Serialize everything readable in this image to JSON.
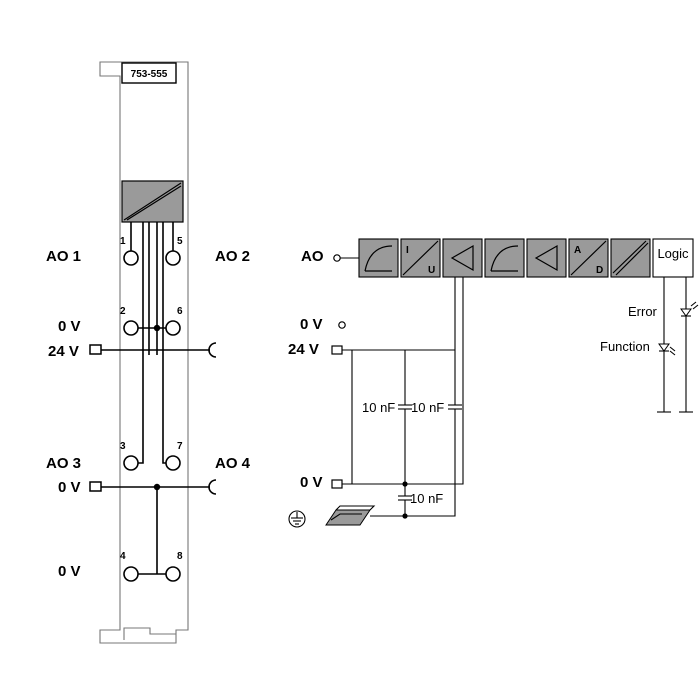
{
  "module": {
    "model": "753-555",
    "left_labels": {
      "ao1": "AO 1",
      "ao2": "AO 2",
      "ao3": "AO 3",
      "ao4": "AO 4",
      "zero_v_a": "0 V",
      "v24": "24 V",
      "zero_v_b": "0 V",
      "zero_v_c": "0 V"
    },
    "pins": [
      "1",
      "2",
      "3",
      "4",
      "5",
      "6",
      "7",
      "8"
    ]
  },
  "schematic": {
    "ao": "AO",
    "zero_v_top": "0 V",
    "v24": "24 V",
    "zero_v_bottom": "0 V",
    "cap_1": "10 nF",
    "cap_2": "10 nF",
    "cap_3": "10 nF",
    "block_iu_i": "I",
    "block_iu_u": "U",
    "block_ad_a": "A",
    "block_ad_d": "D",
    "logic": "Logic",
    "error": "Error",
    "function": "Function"
  }
}
